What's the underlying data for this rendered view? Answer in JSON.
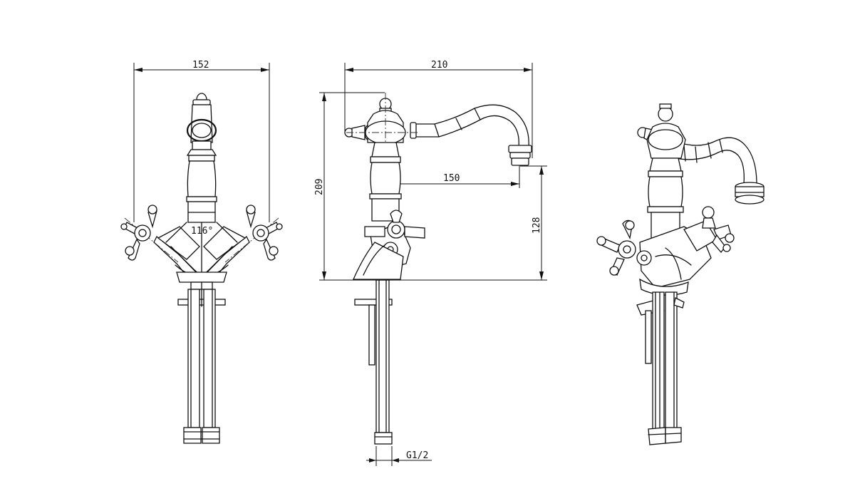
{
  "drawing": {
    "front_view": {
      "width_label": "152",
      "angle_label": "116°"
    },
    "side_view": {
      "reach_label": "210",
      "spout_label": "150",
      "height_label": "209",
      "outlet_height_label": "128",
      "thread_label": "G1/2"
    },
    "iso_view": {}
  }
}
